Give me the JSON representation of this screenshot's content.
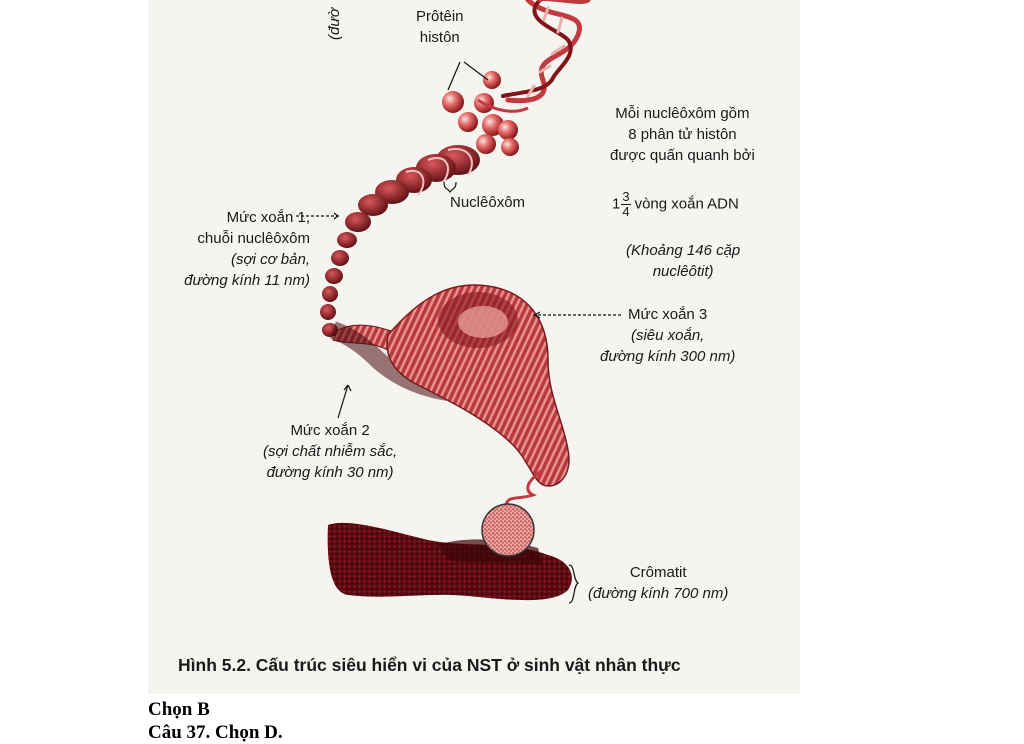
{
  "figure": {
    "top_cut_label": "(đườ",
    "protein_histon": [
      "Prôtêin",
      "histôn"
    ],
    "nucleosome_label": "Nuclêôxôm",
    "nucleosome_desc": [
      "Mỗi nuclêôxôm gồm",
      "8 phân tử histôn",
      "được quấn quanh bởi"
    ],
    "turns": {
      "whole": "1",
      "numerator": "3",
      "denominator": "4",
      "text": "vòng xoắn ADN"
    },
    "turns_note": [
      "(Khoảng 146 cặp",
      "nuclêôtit)"
    ],
    "level1": {
      "title": [
        "Mức xoắn 1,",
        "chuỗi nuclêôxôm"
      ],
      "note": [
        "(sợi cơ bản,",
        "đường kính 11 nm)"
      ]
    },
    "level2": {
      "title": "Mức xoắn 2",
      "note": [
        "(sợi chất nhiễm sắc,",
        "đường kính 30 nm)"
      ]
    },
    "level3": {
      "title": "Mức xoắn 3",
      "note": [
        "(siêu xoắn,",
        "đường kính 300 nm)"
      ]
    },
    "chromatid": {
      "title": "Crômatit",
      "note": "(đường kính 700 nm)"
    },
    "caption": "Hình 5.2. Cấu trúc siêu hiển vi của NST ở sinh vật nhân thực"
  },
  "answers": {
    "line1": "Chọn B",
    "line2": "Câu 37. Chọn D."
  }
}
